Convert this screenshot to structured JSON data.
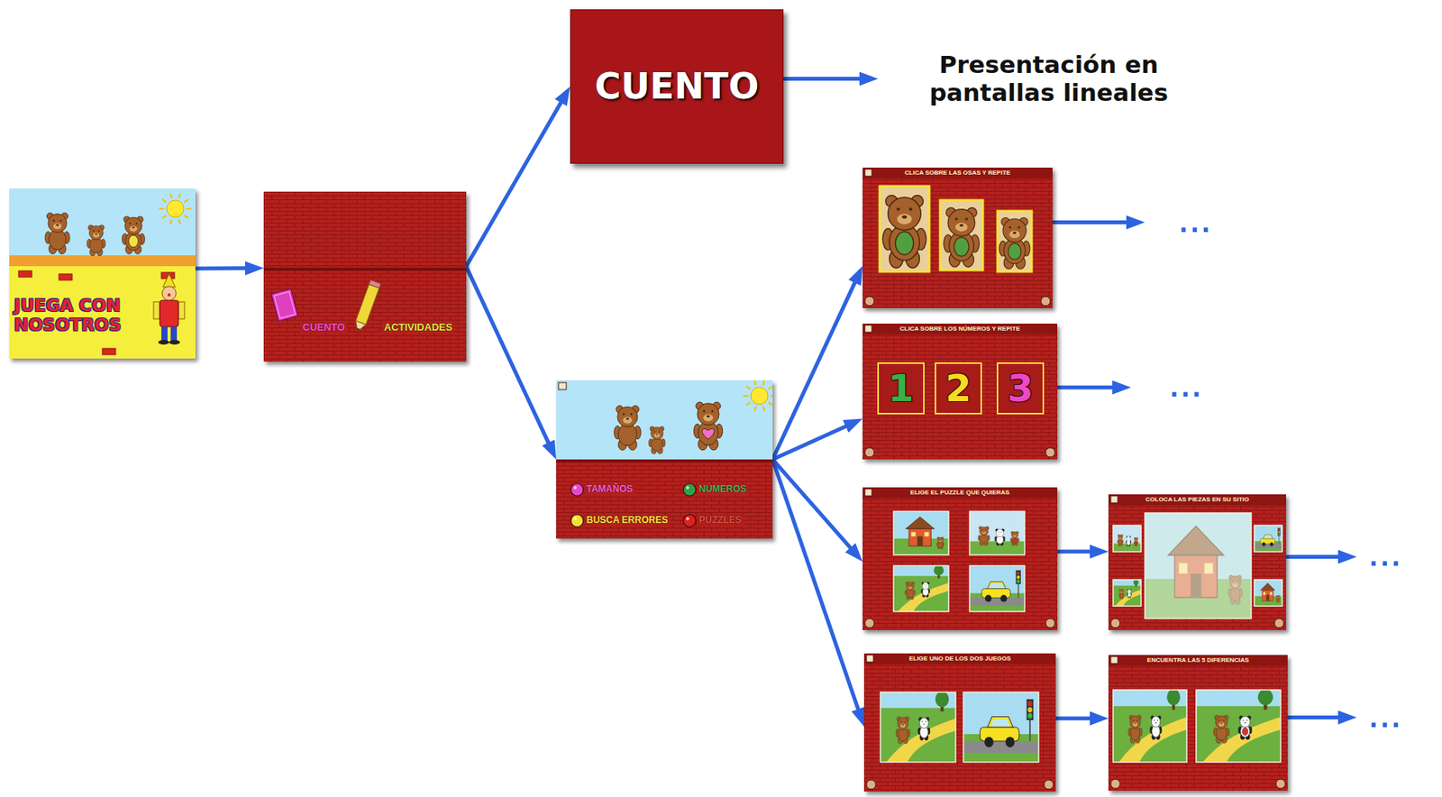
{
  "diagram": {
    "nodes": [
      {
        "text": [
          "JUEGA CON NOSOTROS"
        ]
      },
      {
        "text": [
          "CUENTO",
          "ACTIVIDADES"
        ]
      },
      {
        "text": [
          "CUENTO"
        ]
      },
      {
        "text": [
          "Presentación en pantallas lineales"
        ]
      },
      {
        "text": [
          "TAMAÑOS",
          "NÚMEROS",
          "BUSCA ERRORES",
          "PUZZLES"
        ]
      },
      {
        "text": [
          "CLICA SOBRE LAS OSAS Y REPITE"
        ]
      },
      {
        "text": [
          "..."
        ]
      },
      {
        "text": [
          "CLICA SOBRE LOS NÚMEROS Y REPITE",
          "1",
          "2",
          "3"
        ]
      },
      {
        "text": [
          "..."
        ]
      },
      {
        "text": [
          "ELIGE EL PUZZLE QUE QUIERAS"
        ]
      },
      {
        "text": [
          "COLOCA LAS PIEZAS EN SU SITIO"
        ]
      },
      {
        "text": [
          "..."
        ]
      },
      {
        "text": [
          "ELIGE UNO DE LOS DOS JUEGOS"
        ]
      },
      {
        "text": [
          "ENCUENTRA LAS 5 DIFERENCIAS"
        ]
      },
      {
        "text": [
          "..."
        ]
      }
    ],
    "edges": [
      {
        "from": 0,
        "to": 1,
        "arrow": "to"
      },
      {
        "from": 1,
        "to": 2,
        "arrow": "to"
      },
      {
        "from": 1,
        "to": 4,
        "arrow": "to"
      },
      {
        "from": 2,
        "to": 3,
        "arrow": "to"
      },
      {
        "from": 4,
        "to": 5,
        "arrow": "to"
      },
      {
        "from": 4,
        "to": 7,
        "arrow": "to"
      },
      {
        "from": 4,
        "to": 9,
        "arrow": "to"
      },
      {
        "from": 4,
        "to": 12,
        "arrow": "to"
      },
      {
        "from": 5,
        "to": 6,
        "arrow": "to"
      },
      {
        "from": 7,
        "to": 8,
        "arrow": "to"
      },
      {
        "from": 9,
        "to": 10,
        "arrow": "to"
      },
      {
        "from": 10,
        "to": 11,
        "arrow": "to"
      },
      {
        "from": 12,
        "to": 13,
        "arrow": "to"
      },
      {
        "from": 13,
        "to": 14,
        "arrow": "to"
      }
    ]
  }
}
